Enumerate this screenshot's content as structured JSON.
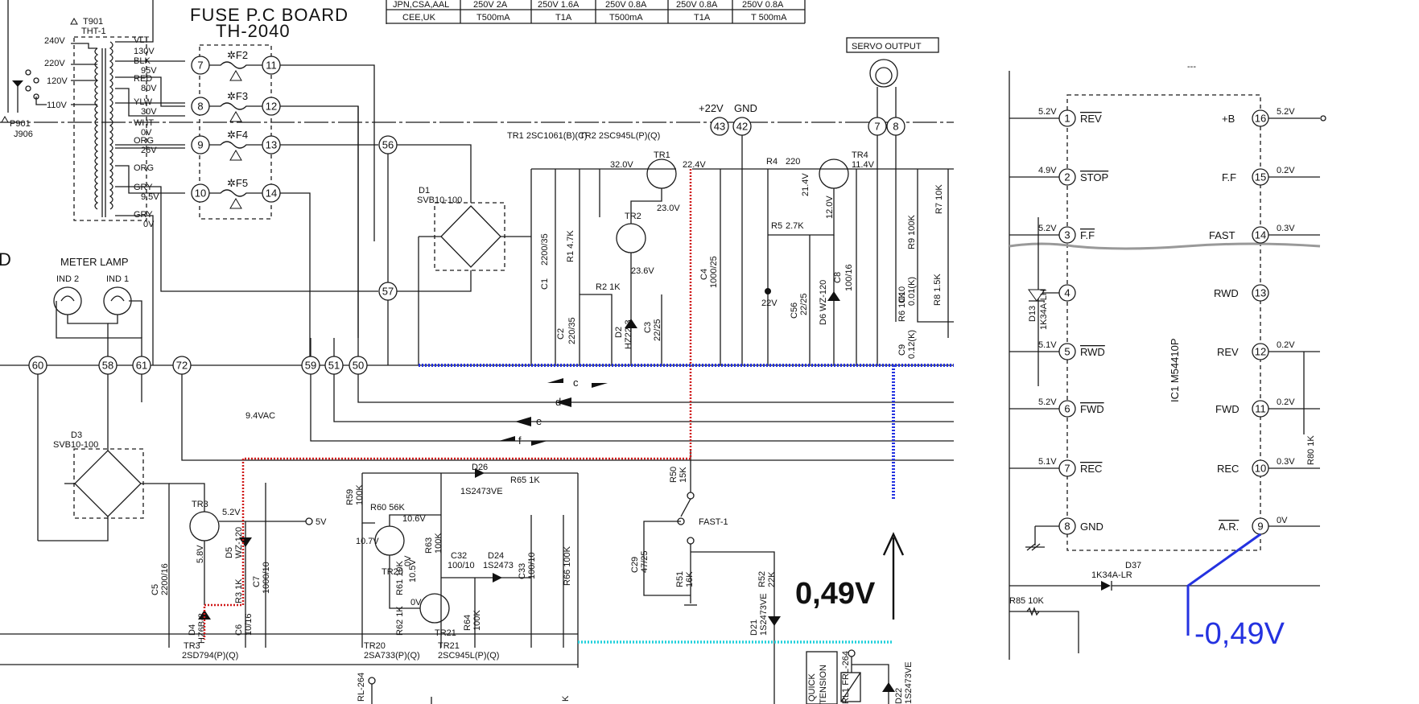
{
  "header": {
    "board_title": "FUSE P.C BOARD",
    "board_model": "TH-2040",
    "table_row_1": [
      "JPN,CSA,AAL",
      "250V 2A",
      "250V 1.6A",
      "250V 0.8A",
      "250V 0.8A",
      "250V 0.8A"
    ],
    "table_row_2": [
      "CEE,UK",
      "T500mA",
      "T1A",
      "T500mA",
      "T1A",
      "T 500mA"
    ]
  },
  "transformer": {
    "name": "T901",
    "model": "THT-1",
    "taps": [
      "240V",
      "220V",
      "120V",
      "110V"
    ],
    "plug": "P901",
    "jack": "J906",
    "outputs": [
      "VLT",
      "130V",
      "BLK",
      "95V",
      "RED",
      "80V",
      "YLW",
      "30V",
      "WHT",
      "0V",
      "ORG",
      "26V",
      "ORG",
      "GRY",
      "9.5V",
      "GRY",
      "0V"
    ]
  },
  "fuses": {
    "labels": [
      "F2",
      "F3",
      "F4",
      "F5"
    ],
    "left_nodes": [
      "7",
      "8",
      "9",
      "10"
    ],
    "right_nodes": [
      "11",
      "12",
      "13",
      "14"
    ]
  },
  "nodes": {
    "bus": [
      "60",
      "58",
      "61",
      "72",
      "59",
      "51",
      "50"
    ],
    "mid": [
      "56",
      "57"
    ],
    "top": [
      "43",
      "42",
      "7",
      "8"
    ]
  },
  "labels": {
    "meter_lamp": "METER LAMP",
    "ind2": "IND 2",
    "ind1": "IND 1",
    "servo_output": "SERVO OUTPUT",
    "plus22v": "+22V",
    "gnd": "GND",
    "vac": "9.4VAC",
    "bus_c": "c",
    "bus_d": "d",
    "bus_e": "e",
    "bus_f": "f",
    "fast1": "FAST-1",
    "quick": "QUICK",
    "tension": "TENSION",
    "rl1": "RL1 FRL-264",
    "rl_bottom": "RL-264",
    "out5v": "5V",
    "d_letter": "D",
    "k_letter": "K"
  },
  "components": {
    "d1": "D1",
    "d1_model": "SVB10-100",
    "d3": "D3",
    "d3_model": "SVB10-100",
    "tr1": "TR1 2SC1061(B)(C)",
    "tr2": "TR2 2SC945L(P)(Q)",
    "tr1_label": "TR1",
    "tr2_label": "TR2",
    "tr3_label": "TR3",
    "tr4_label": "TR4",
    "tr20_label": "TR20",
    "tr21_label": "TR21",
    "tr3_model": "2SD794(P)(Q)",
    "tr20_model": "2SA733(P)(Q)",
    "tr21_model": "2SC945L(P)(Q)",
    "tr3_bottom": "TR3",
    "tr20_bottom": "TR20",
    "tr21_bottom": "TR21",
    "c1": "C1",
    "c1_val": "2200/35",
    "r1": "R1 4.7K",
    "c2": "C2",
    "c2_val": "220/35",
    "d2": "D2",
    "d2_val": "HZ22-3",
    "c3": "C3",
    "c3_val": "22/25",
    "r2": "R2 1K",
    "c4": "C4",
    "c4_val": "1000/25",
    "r4": "R4",
    "r4_val": "220",
    "r5": "R5",
    "r5_val": "2.7K",
    "c56": "C56",
    "c56_val": "22/25",
    "d6": "D6 WZ-120",
    "c8": "C8",
    "c8_val": "100/16",
    "r7": "R7 10K",
    "r9": "R9 100K",
    "c10": "C10",
    "c10_val": "0.01(K)",
    "r6": "R6 10K",
    "r8": "R8 1.5K",
    "c9": "C9",
    "c9_val": "0.12(K)",
    "c5": "C5",
    "c5_val": "2200/16",
    "d4": "D4",
    "d4_val": "HZ6B-2",
    "d5": "D5",
    "d5_val": "WZ-120",
    "r3": "R3 1K",
    "c6": "C6",
    "c6_val": "10/16",
    "c7": "C7",
    "c7_val": "1000/10",
    "r59": "R59",
    "r59_val": "100K",
    "r60": "R60 56K",
    "r61": "R61 10K",
    "r62": "R62 1K",
    "r63": "R63",
    "r63_val": "100K",
    "c32": "C32",
    "c32_val": "100/10",
    "d24": "D24",
    "d24_val": "1S2473",
    "r64": "R64",
    "r64_val": "100K",
    "c33": "C33",
    "c33_val": "100/10",
    "r66": "R66 100K",
    "d26": "D26",
    "d26_val": "1S2473VE",
    "r65": "R65 1K",
    "r50": "R50",
    "r50_val": "15K",
    "c29": "C29",
    "c29_val": "47/25",
    "r51": "R51",
    "r51_val": "16K",
    "r52": "R52",
    "r52_val": "22K",
    "d21": "D21",
    "d21_val": "1S2473VE",
    "d22": "D22",
    "d22_val": "1S2473VE"
  },
  "voltages": {
    "tr1_c": "32.0V",
    "tr1_e": "22.4V",
    "tr1_b": "23.0V",
    "tr2_b": "23.6V",
    "tr4_c": "21.4V",
    "tr4_e": "11.4V",
    "tr4_b": "12.0V",
    "v22": "22V",
    "tr3_e": "5.2V",
    "tr3_b": "5.8V",
    "tr20_e": "10.6V",
    "tr20_b": "10.7V",
    "tr20_c": "0V",
    "tr21_c": "10.5V",
    "tr21_b": "0V"
  },
  "ic": {
    "name": "IC1  M54410P",
    "top_partial": "---",
    "left_pins": [
      {
        "num": "1",
        "name": "REV",
        "v": "5.2V"
      },
      {
        "num": "2",
        "name": "STOP",
        "v": "4.9V"
      },
      {
        "num": "3",
        "name": "F.F",
        "v": "5.2V"
      },
      {
        "num": "4",
        "name": "",
        "v": ""
      },
      {
        "num": "5",
        "name": "RWD",
        "v": "5.1V"
      },
      {
        "num": "6",
        "name": "FWD",
        "v": "5.2V"
      },
      {
        "num": "7",
        "name": "REC",
        "v": "5.1V"
      },
      {
        "num": "8",
        "name": "GND",
        "v": ""
      }
    ],
    "right_pins": [
      {
        "num": "16",
        "name": "+B",
        "v": "5.2V"
      },
      {
        "num": "15",
        "name": "F.F",
        "v": "0.2V"
      },
      {
        "num": "14",
        "name": "FAST",
        "v": "0.3V"
      },
      {
        "num": "13",
        "name": "RWD",
        "v": ""
      },
      {
        "num": "12",
        "name": "REV",
        "v": "0.2V"
      },
      {
        "num": "11",
        "name": "FWD",
        "v": "0.2V"
      },
      {
        "num": "10",
        "name": "REC",
        "v": "0.3V"
      },
      {
        "num": "9",
        "name": "A.R.",
        "v": "0V"
      }
    ],
    "d13": "D13",
    "d13_val": "1K34A-LH",
    "d37": "D37",
    "d37_val": "1K34A-LR",
    "r85": "R85 10K",
    "r80": "R80 1K"
  },
  "annotations": {
    "voltage_black": "0,49V",
    "voltage_blue": "-0,49V"
  },
  "colors": {
    "red_trace": "#d01818",
    "blue_trace": "#2432e0",
    "cyan_trace": "#22d0dc",
    "annotation_blue": "#2432e0"
  }
}
